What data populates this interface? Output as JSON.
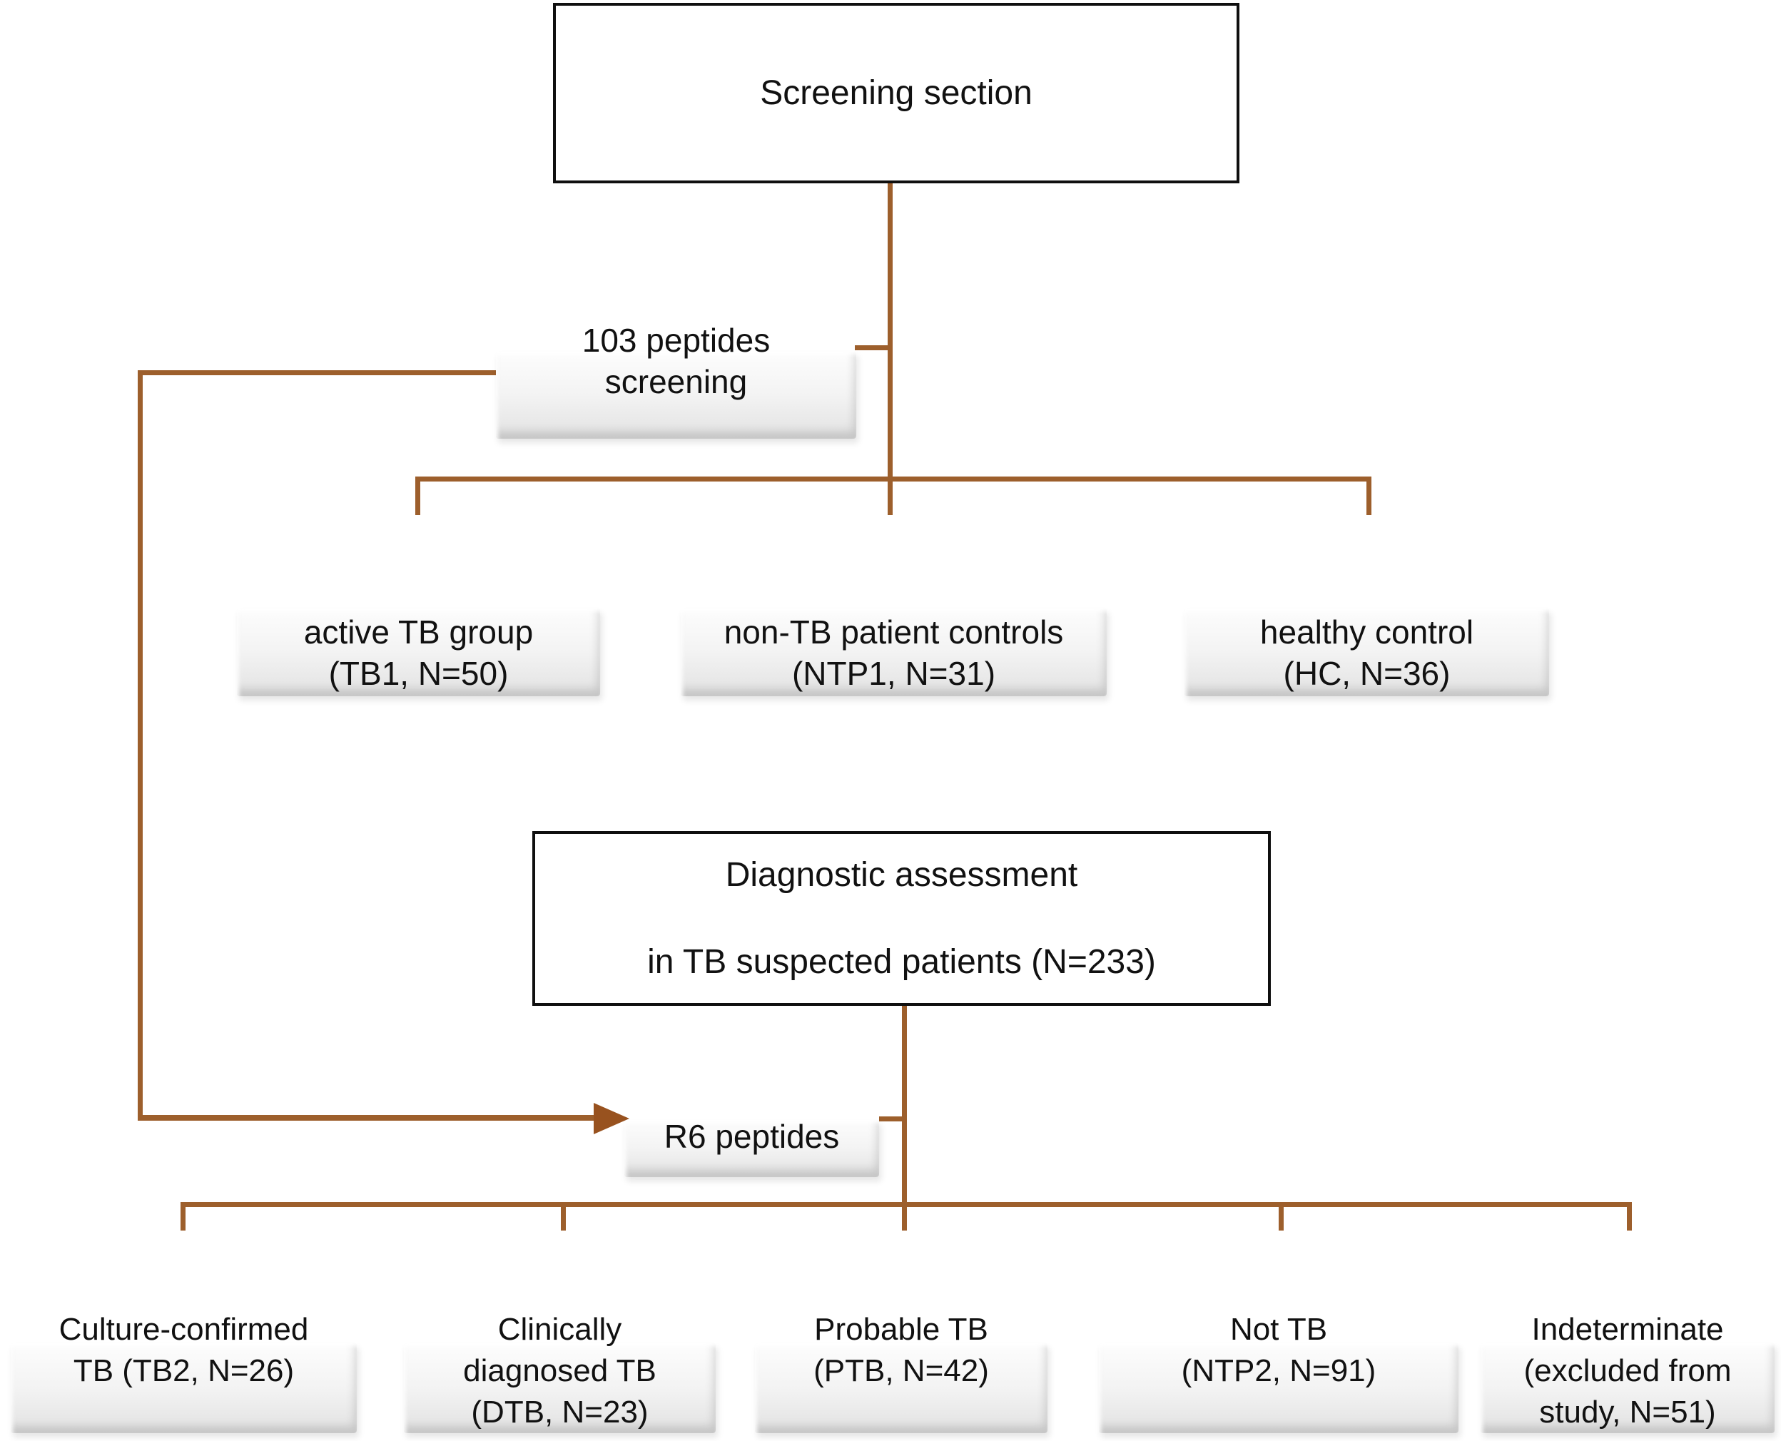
{
  "title": "TB peptide screening and diagnostic assessment flowchart",
  "colors": {
    "connector": "#9d5f2c",
    "arrowhead": "#98521f",
    "box_border": "#0f0f0f",
    "text": "#111111",
    "pill_top": "#fdfdfd",
    "pill_bottom": "#e2e2e2"
  },
  "nodes": {
    "screening": {
      "label": "Screening section"
    },
    "peptides103": {
      "lines": [
        "103 peptides",
        "screening"
      ]
    },
    "tb1": {
      "lines": [
        "active TB group",
        "(TB1, N=50)"
      ]
    },
    "ntp1": {
      "lines": [
        "non-TB patient controls",
        "(NTP1, N=31)"
      ]
    },
    "hc": {
      "lines": [
        "healthy control",
        "(HC, N=36)"
      ]
    },
    "diagnostic": {
      "lines": [
        "Diagnostic assessment",
        "in TB suspected patients (N=233)"
      ]
    },
    "r6": {
      "label": "R6 peptides"
    },
    "tb2": {
      "lines": [
        "Culture-confirmed",
        "TB (TB2, N=26)"
      ]
    },
    "dtb": {
      "lines": [
        "Clinically",
        "diagnosed TB",
        "(DTB, N=23)"
      ]
    },
    "ptb": {
      "lines": [
        "Probable TB",
        "(PTB, N=42)"
      ]
    },
    "ntp2": {
      "lines": [
        "Not TB",
        "(NTP2, N=91)"
      ]
    },
    "ind": {
      "lines": [
        "Indeterminate",
        "(excluded from",
        "study, N=51)"
      ]
    }
  }
}
